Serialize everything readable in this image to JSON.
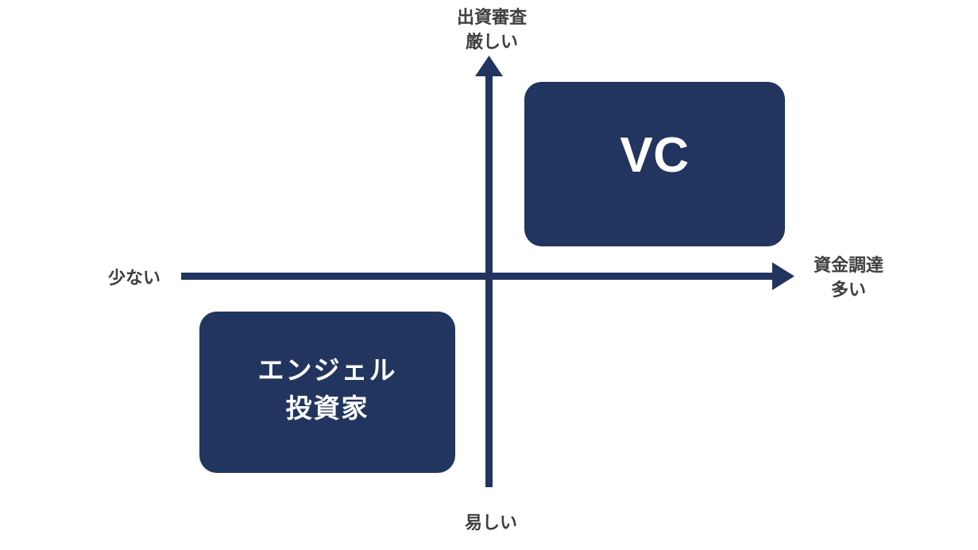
{
  "diagram": {
    "type": "2x2-matrix",
    "background_color": "#ffffff",
    "accent_color": "#22355f",
    "label_color": "#3f3f3f",
    "axes": {
      "vertical": {
        "top_label": "出資審査\n厳しい",
        "bottom_label": "易しい"
      },
      "horizontal": {
        "left_label": "少ない",
        "right_label": "資金調達\n多い"
      }
    },
    "boxes": [
      {
        "id": "vc",
        "label": "VC",
        "quadrant": "top-right"
      },
      {
        "id": "angel",
        "label": "エンジェル\n投資家",
        "quadrant": "bottom-left"
      }
    ]
  }
}
